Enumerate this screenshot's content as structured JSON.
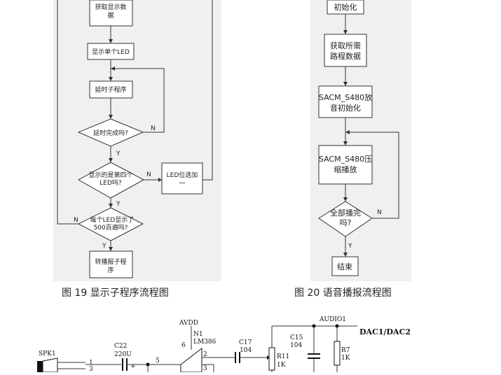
{
  "flow19": {
    "fetch": [
      "获取显示数",
      "据"
    ],
    "show_led": "显示单个LED",
    "delay": "延时子程序",
    "delay_done": "延时完成吗?",
    "is_fourth": [
      "显示的是第四个",
      "LED吗?"
    ],
    "led_select": [
      "LED位选加",
      "一"
    ],
    "every_led": [
      "每个LED显示了",
      "500百遍吗?"
    ],
    "to_broadcast": [
      "转播报子程",
      "序"
    ],
    "y": "Y",
    "n": "N",
    "caption": "图 19   显示子程序流程图"
  },
  "flow20": {
    "init": "初始化",
    "fetch_path": [
      "获取所需",
      "路程数据"
    ],
    "sacm_init": [
      "SACM_S480放",
      "音初始化"
    ],
    "sacm_play": [
      "SACM_S480压",
      "缩播放"
    ],
    "all_done": [
      "全部播完",
      "吗?"
    ],
    "end": "结束",
    "y": "Y",
    "n": "N",
    "caption": "图 20   语音播报流程图"
  },
  "schematic": {
    "avdd": "AVDD",
    "n1": "N1",
    "chip": "LM386",
    "pin6": "6",
    "pin5": "5",
    "pin2": "2",
    "pin3": "3",
    "pin_a": "1",
    "pin_b": "3",
    "c22": "C22",
    "c22_val": "220U",
    "c17": "C17",
    "c17_val": "104",
    "c15": "C15",
    "c15_val": "104",
    "r11": "R11",
    "r11_val": "1K",
    "r7": "R7",
    "r7_val": "1K",
    "audio": "AUDIO1",
    "dac": "DAC1/DAC2",
    "spk": "SPK1",
    "plus": "+"
  }
}
